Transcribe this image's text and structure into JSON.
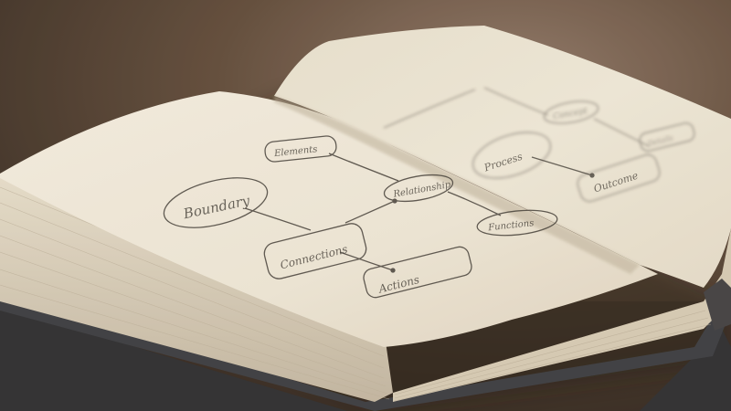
{
  "scene": {
    "subject": "open notebook with hand-drawn flowchart sketches",
    "colors": {
      "table_dark": "#2e241e",
      "table_mid": "#5a4536",
      "table_light": "#8a7060",
      "page_left": "#efe9dc",
      "page_right": "#e9e2d2",
      "page_edges": "#d8cfbd",
      "ink": "#3a3632",
      "cover": "#2b2d33"
    },
    "left_page_nodes": [
      "Boundary",
      "Elements",
      "Relationship",
      "Connections",
      "Functions",
      "Actions"
    ],
    "right_page_nodes": [
      "Concept",
      "Process",
      "Outcome",
      "Details"
    ]
  }
}
